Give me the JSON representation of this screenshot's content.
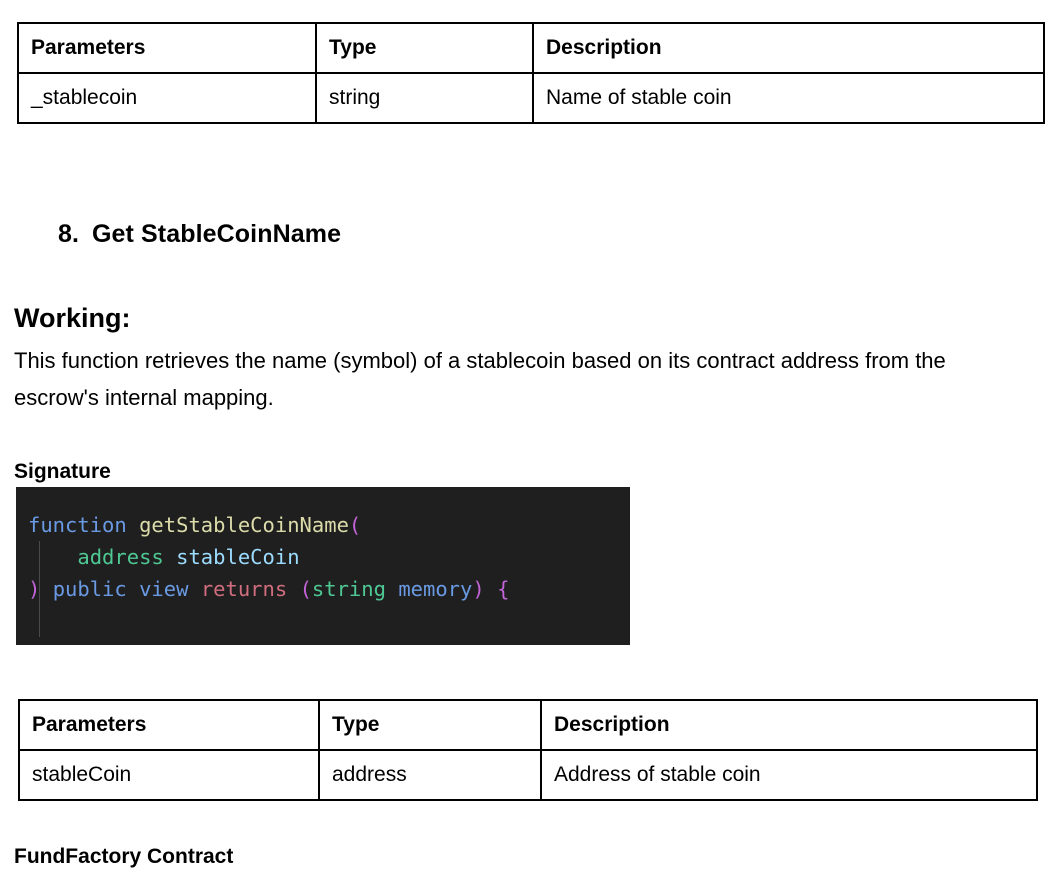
{
  "document": {
    "tables": [
      {
        "id": "table-one",
        "columns": [
          "Parameters",
          "Type",
          "Description"
        ],
        "rows": [
          [
            "_stablecoin",
            "string",
            "Name of stable coin"
          ]
        ]
      },
      {
        "id": "table-two",
        "columns": [
          "Parameters",
          "Type",
          "Description"
        ],
        "rows": [
          [
            "stableCoin",
            "address",
            "Address of stable coin"
          ]
        ]
      }
    ],
    "section": {
      "number": "8.",
      "title": "Get StableCoinName",
      "working_label": "Working:",
      "working_text": "This function retrieves the name (symbol) of a stablecoin based on its contract address from the escrow's internal mapping.",
      "signature_label": "Signature",
      "footer_heading": "FundFactory Contract"
    },
    "code": {
      "language": "solidity",
      "background": "#1f1f1f",
      "lines": [
        {
          "tokens": [
            {
              "text": "function",
              "color": "#6a9ae3"
            },
            {
              "text": " ",
              "color": "#d4d4d4"
            },
            {
              "text": "getStableCoinName",
              "color": "#dcdcaa"
            },
            {
              "text": "(",
              "color": "#c264d8"
            }
          ]
        },
        {
          "tokens": [
            {
              "text": "    ",
              "color": "#d4d4d4"
            },
            {
              "text": "address",
              "color": "#4ec994"
            },
            {
              "text": " ",
              "color": "#d4d4d4"
            },
            {
              "text": "stableCoin",
              "color": "#9cdcfe"
            }
          ]
        },
        {
          "tokens": [
            {
              "text": ")",
              "color": "#c264d8"
            },
            {
              "text": " ",
              "color": "#d4d4d4"
            },
            {
              "text": "public",
              "color": "#6a9ae3"
            },
            {
              "text": " ",
              "color": "#d4d4d4"
            },
            {
              "text": "view",
              "color": "#6a9ae3"
            },
            {
              "text": " ",
              "color": "#d4d4d4"
            },
            {
              "text": "returns",
              "color": "#d16d7e"
            },
            {
              "text": " ",
              "color": "#d4d4d4"
            },
            {
              "text": "(",
              "color": "#c264d8"
            },
            {
              "text": "string",
              "color": "#4ec994"
            },
            {
              "text": " ",
              "color": "#d4d4d4"
            },
            {
              "text": "memory",
              "color": "#6a9ae3"
            },
            {
              "text": ")",
              "color": "#c264d8"
            },
            {
              "text": " ",
              "color": "#d4d4d4"
            },
            {
              "text": "{",
              "color": "#c264d8"
            }
          ]
        },
        {
          "tokens": []
        }
      ]
    }
  }
}
